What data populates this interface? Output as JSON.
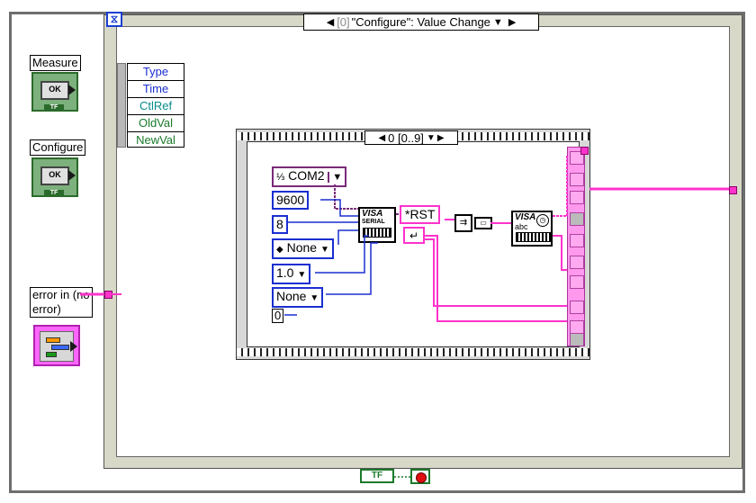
{
  "event_structure": {
    "case_index": "[0]",
    "case_label": "\"Configure\": Value Change",
    "timeout_icon": "hourglass-icon",
    "event_data_fields": [
      "Type",
      "Time",
      "CtlRef",
      "OldVal",
      "NewVal"
    ]
  },
  "controls": {
    "measure": {
      "label": "Measure",
      "button_text": "OK",
      "type_badge": "TF"
    },
    "configure": {
      "label": "Configure",
      "button_text": "OK",
      "type_badge": "TF"
    },
    "error_in": {
      "label": "error in (no error)"
    }
  },
  "for_loop": {
    "selector": "0 [0..9]"
  },
  "constants": {
    "visa_resource": "COM2",
    "baud_rate": "9600",
    "data_bits": "8",
    "parity": "None",
    "stop_bits": "1.0",
    "flow_control": "None",
    "timeout_value": "0",
    "command": "*RST"
  },
  "subvis": {
    "visa_serial": {
      "line1": "VISA",
      "line2": "SERIAL"
    },
    "visa_write": {
      "line1": "VISA",
      "line2": "abc"
    }
  },
  "terminals": {
    "loop_tf": "TF"
  },
  "colors": {
    "boolean_wire": "#1a7a2a",
    "cluster_wire": "#ff33cc",
    "numeric_wire": "#1a2fd0",
    "refnum_wire": "#7a2a7a"
  }
}
